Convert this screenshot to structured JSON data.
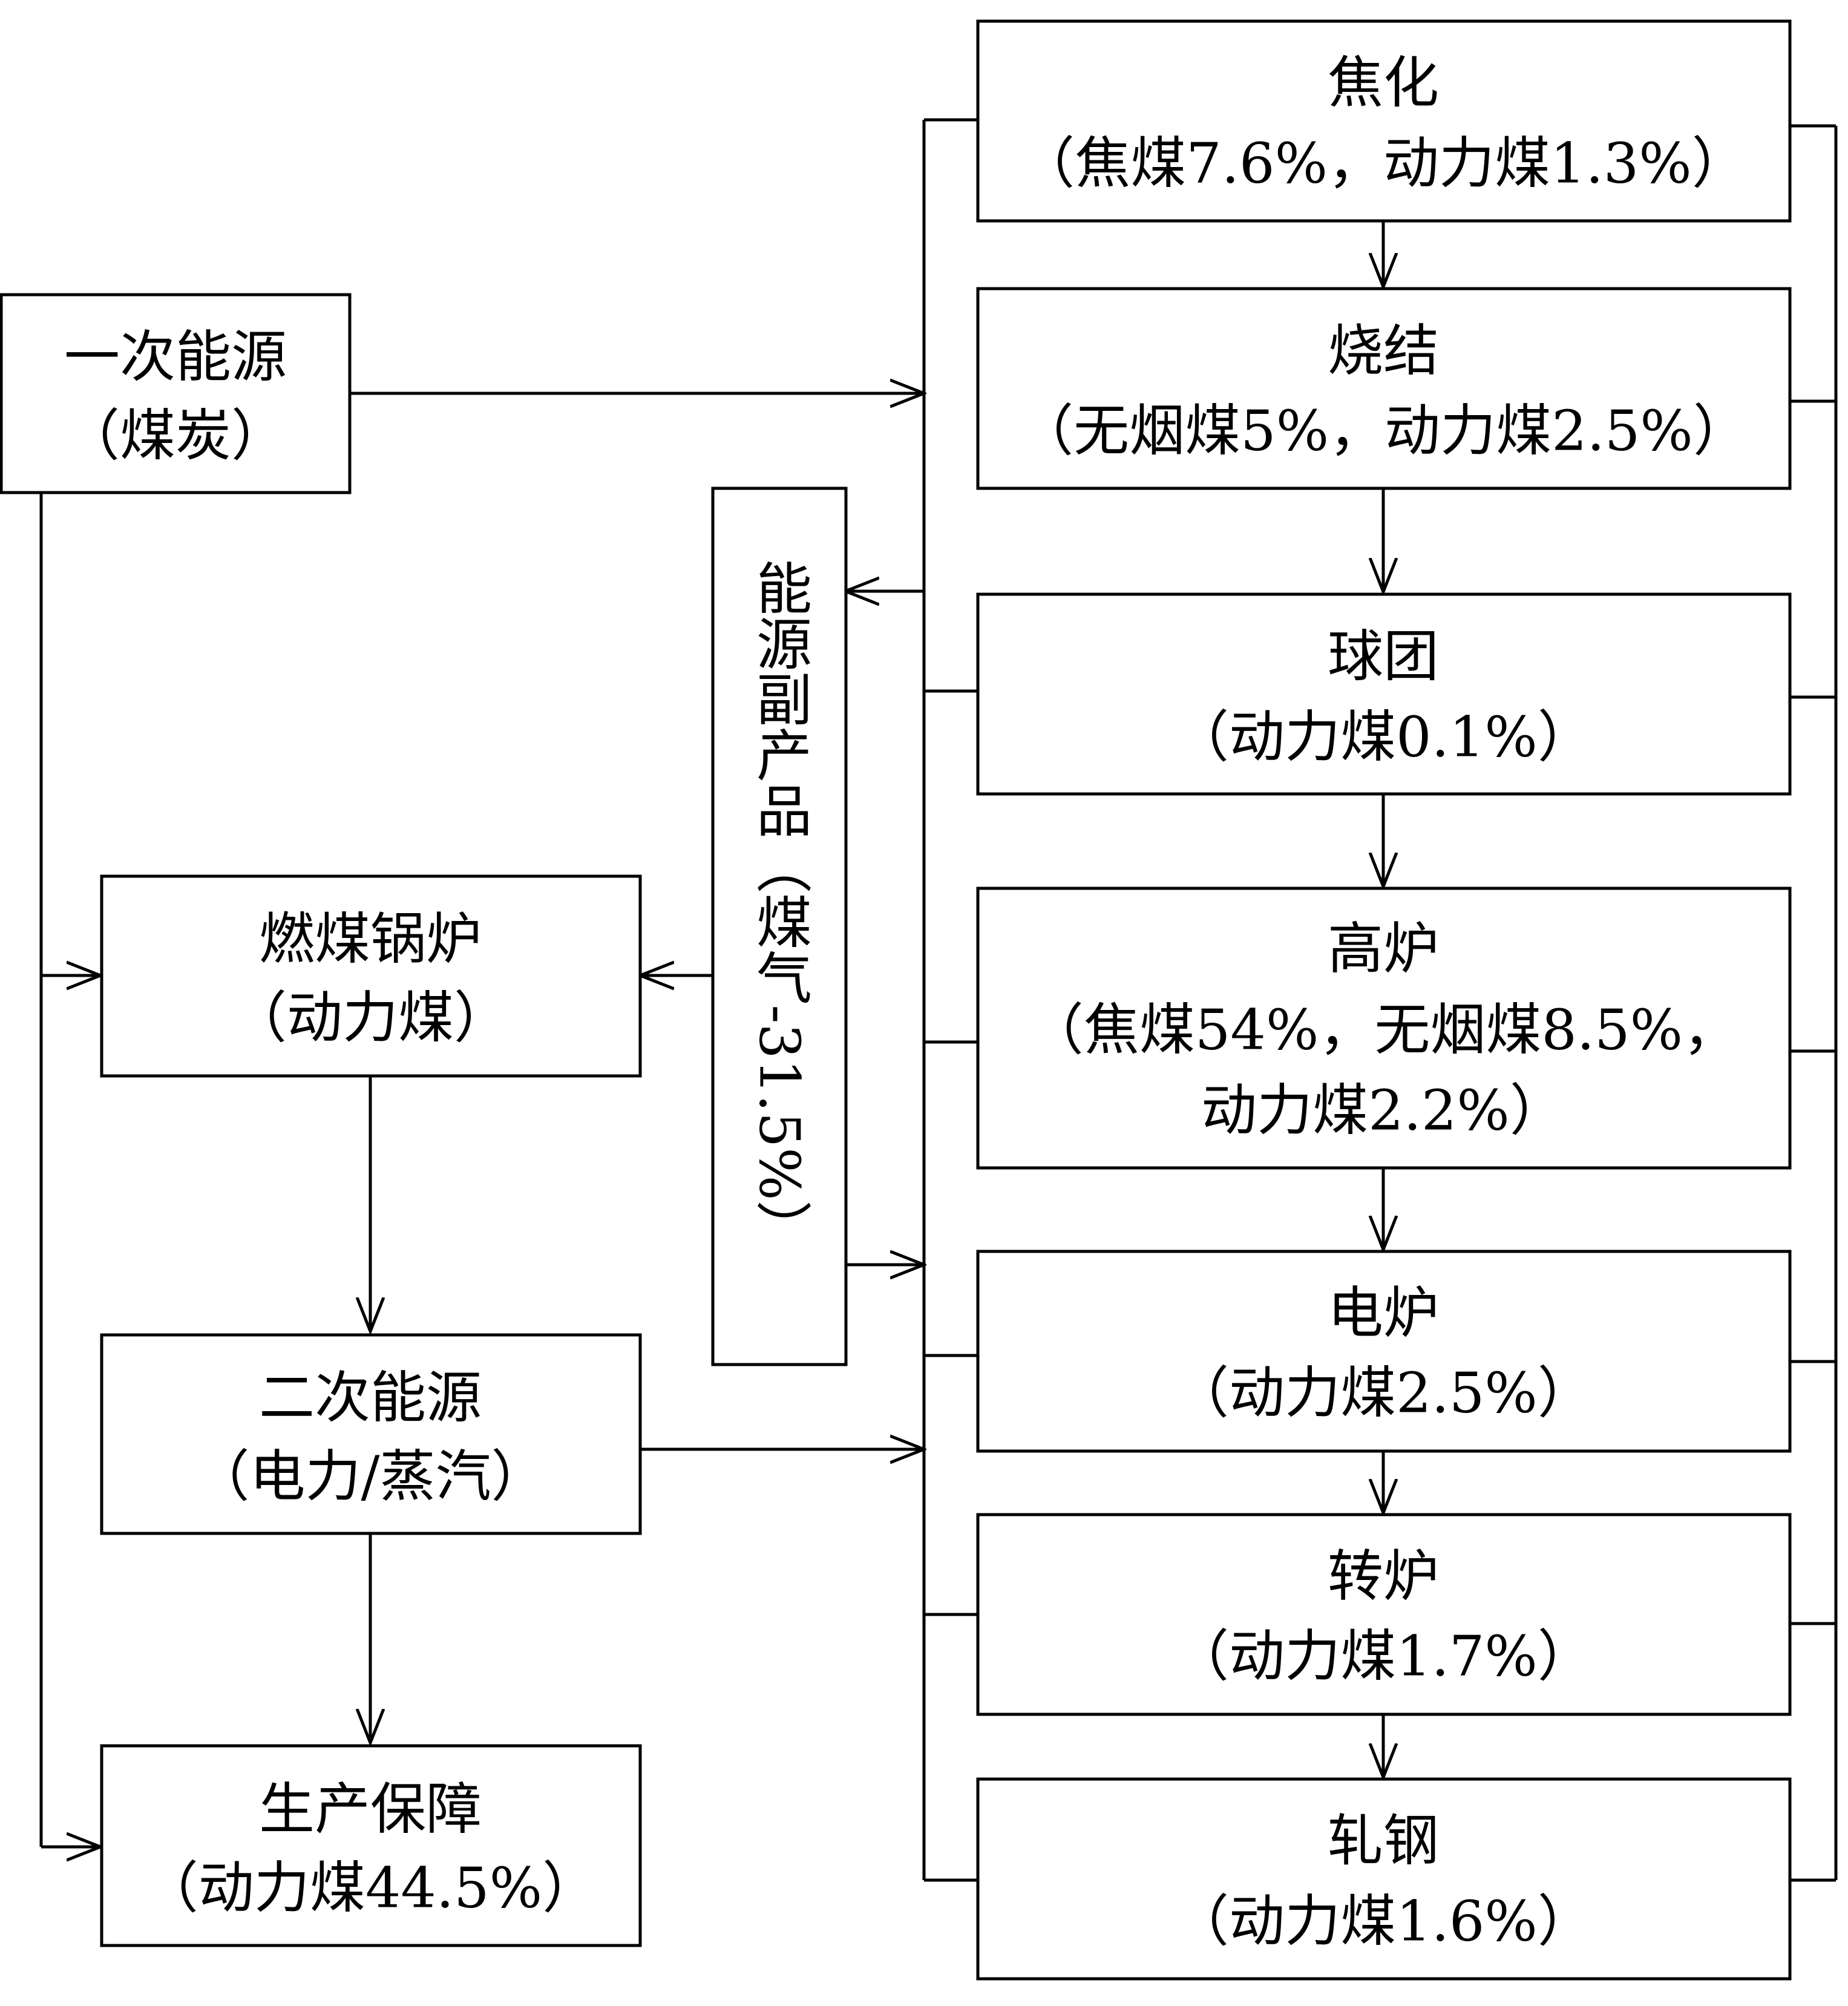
{
  "diagram": {
    "primary_energy": {
      "title": "一次能源",
      "subtitle": "（煤炭）"
    },
    "boiler": {
      "title": "燃煤锅炉",
      "subtitle": "（动力煤）"
    },
    "secondary_energy": {
      "title": "二次能源",
      "subtitle": "（电力/蒸汽）"
    },
    "production_support": {
      "title": "生产保障",
      "subtitle": "（动力煤44.5%）"
    },
    "byproduct": {
      "label": "能源副产品（煤气-31.5%）"
    },
    "processes": {
      "coking": {
        "title": "焦化",
        "subtitle": "（焦煤7.6%，动力煤1.3%）"
      },
      "sintering": {
        "title": "烧结",
        "subtitle": "（无烟煤5%，动力煤2.5%）"
      },
      "pelletizing": {
        "title": "球团",
        "subtitle": "（动力煤0.1%）"
      },
      "blast_furnace": {
        "title": "高炉",
        "line1": "（焦煤54%，无烟煤8.5%，",
        "line2": "动力煤2.2%）"
      },
      "electric_furnace": {
        "title": "电炉",
        "subtitle": "（动力煤2.5%）"
      },
      "converter": {
        "title": "转炉",
        "subtitle": "（动力煤1.7%）"
      },
      "rolling": {
        "title": "轧钢",
        "subtitle": "（动力煤1.6%）"
      }
    }
  }
}
